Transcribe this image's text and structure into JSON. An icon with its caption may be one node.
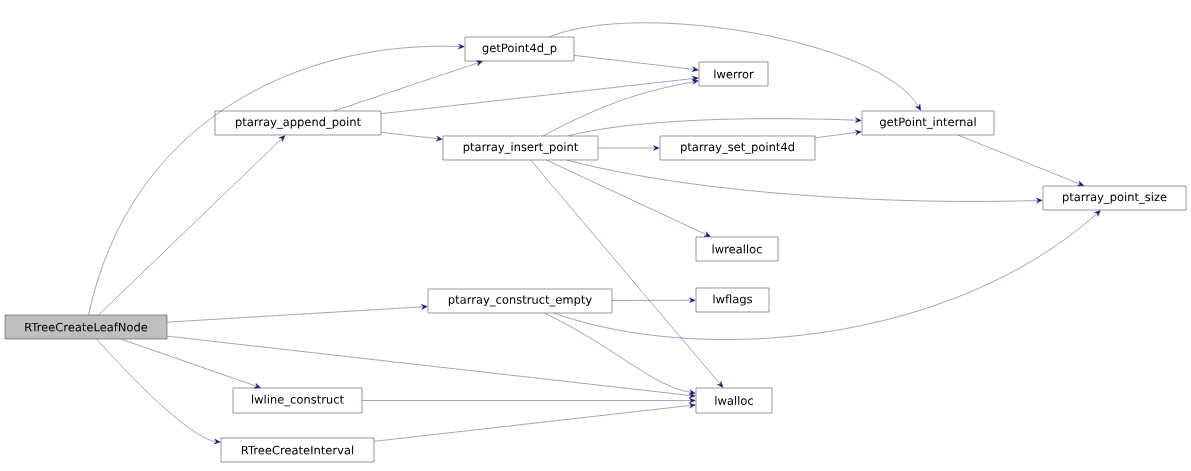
{
  "diagram": {
    "nodes": [
      {
        "text": [
          "RTreeCreateLeafNode"
        ]
      },
      {
        "text": [
          "getPoint4d_p"
        ]
      },
      {
        "text": [
          "lwerror"
        ]
      },
      {
        "text": [
          "ptarray_append_point"
        ]
      },
      {
        "text": [
          "ptarray_insert_point"
        ]
      },
      {
        "text": [
          "getPoint_internal"
        ]
      },
      {
        "text": [
          "ptarray_set_point4d"
        ]
      },
      {
        "text": [
          "ptarray_point_size"
        ]
      },
      {
        "text": [
          "lwrealloc"
        ]
      },
      {
        "text": [
          "ptarray_construct_empty"
        ]
      },
      {
        "text": [
          "lwflags"
        ]
      },
      {
        "text": [
          "lwalloc"
        ]
      },
      {
        "text": [
          "lwline_construct"
        ]
      },
      {
        "text": [
          "RTreeCreateInterval"
        ]
      }
    ],
    "edges": [
      {
        "from": 0,
        "to": 1,
        "arrow": "to"
      },
      {
        "from": 0,
        "to": 3,
        "arrow": "to"
      },
      {
        "from": 0,
        "to": 9,
        "arrow": "to"
      },
      {
        "from": 0,
        "to": 11,
        "arrow": "to"
      },
      {
        "from": 0,
        "to": 12,
        "arrow": "to"
      },
      {
        "from": 0,
        "to": 13,
        "arrow": "to"
      },
      {
        "from": 1,
        "to": 2,
        "arrow": "to"
      },
      {
        "from": 1,
        "to": 5,
        "arrow": "to"
      },
      {
        "from": 3,
        "to": 1,
        "arrow": "to"
      },
      {
        "from": 3,
        "to": 2,
        "arrow": "to"
      },
      {
        "from": 3,
        "to": 4,
        "arrow": "to"
      },
      {
        "from": 4,
        "to": 2,
        "arrow": "to"
      },
      {
        "from": 4,
        "to": 5,
        "arrow": "to"
      },
      {
        "from": 4,
        "to": 6,
        "arrow": "to"
      },
      {
        "from": 4,
        "to": 7,
        "arrow": "to"
      },
      {
        "from": 4,
        "to": 8,
        "arrow": "to"
      },
      {
        "from": 4,
        "to": 11,
        "arrow": "to"
      },
      {
        "from": 6,
        "to": 5,
        "arrow": "to"
      },
      {
        "from": 5,
        "to": 7,
        "arrow": "to"
      },
      {
        "from": 9,
        "to": 10,
        "arrow": "to"
      },
      {
        "from": 9,
        "to": 7,
        "arrow": "to"
      },
      {
        "from": 9,
        "to": 11,
        "arrow": "to"
      },
      {
        "from": 12,
        "to": 11,
        "arrow": "to"
      },
      {
        "from": 13,
        "to": 11,
        "arrow": "to"
      }
    ]
  }
}
